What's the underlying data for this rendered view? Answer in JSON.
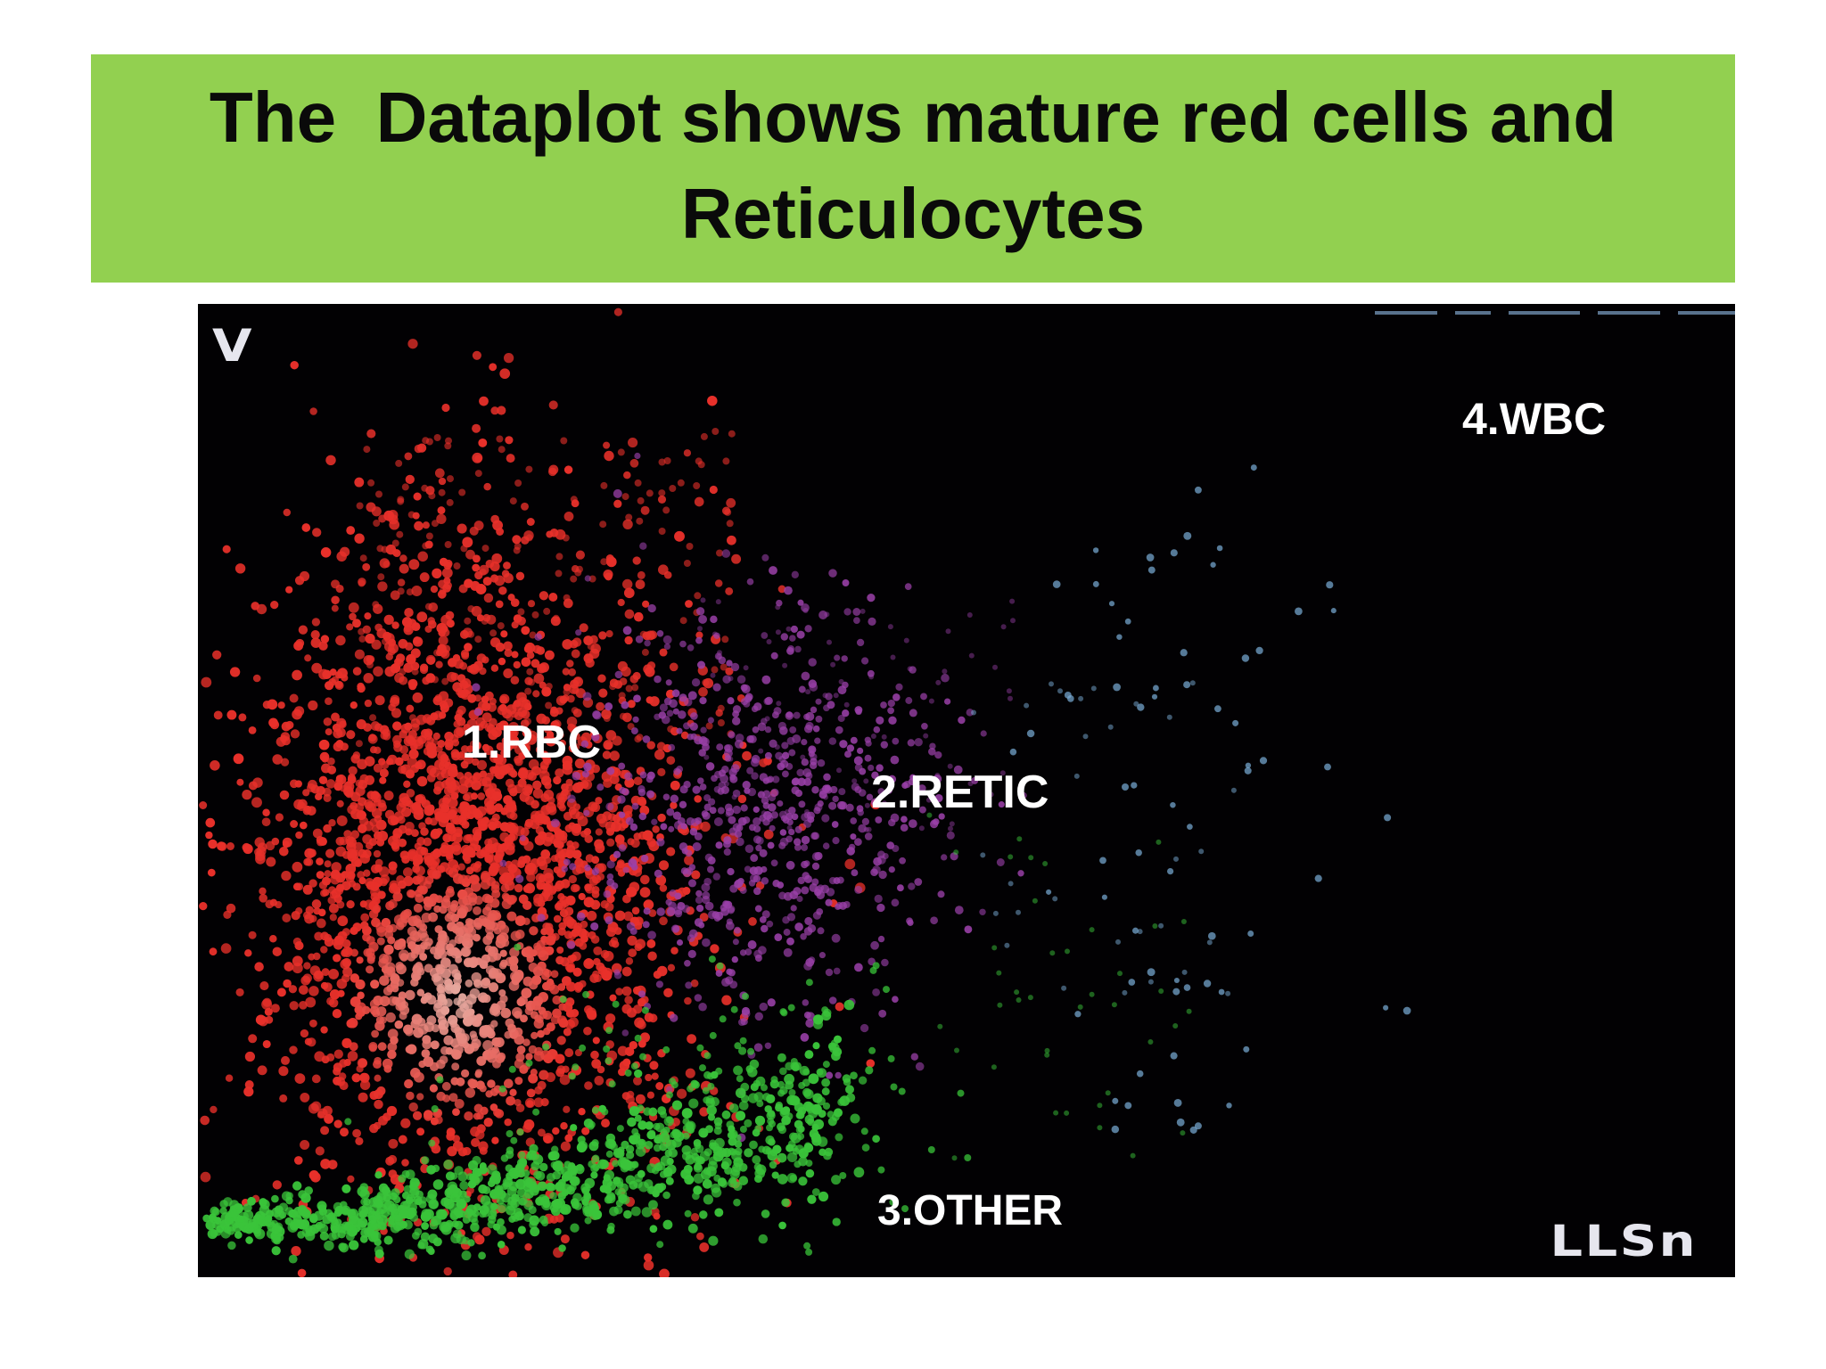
{
  "slide": {
    "title_line1": "The  Dataplot shows mature red cells and",
    "title_line2": "Reticulocytes",
    "banner_color": "#92d050"
  },
  "chart_data": {
    "type": "scatter",
    "title": "",
    "xlabel": "LLSn",
    "ylabel": "V",
    "grid": false,
    "background": "#020103",
    "clusters": [
      {
        "name": "1.RBC",
        "color": "#e8302a",
        "core_color": "#e6b0a6",
        "region": "left"
      },
      {
        "name": "2.RETIC",
        "color": "#9a40a8",
        "region": "center"
      },
      {
        "name": "3.OTHER",
        "color": "#3ac43a",
        "region": "bottom"
      },
      {
        "name": "4.WBC",
        "color": "#7aaed8",
        "region": "right"
      }
    ]
  }
}
